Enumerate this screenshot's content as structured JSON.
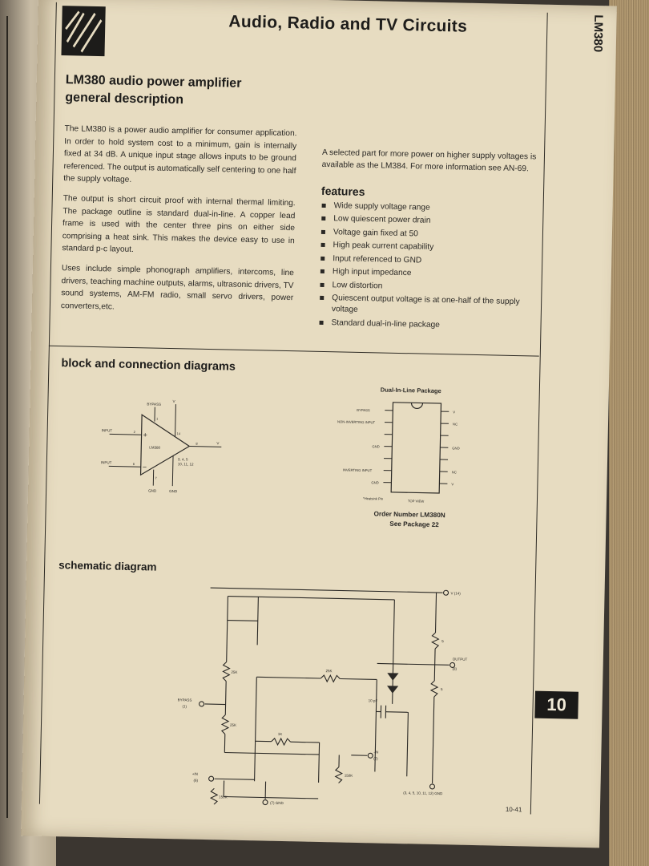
{
  "header": {
    "section_title": "Audio, Radio and TV Circuits",
    "side_label": "LM380",
    "chapter_tab": "10"
  },
  "product": {
    "title_line1": "LM380 audio power amplifier",
    "title_line2": "general description"
  },
  "description": {
    "paragraphs": [
      "The LM380 is a power audio amplifier for consumer application. In order to hold system cost to a minimum, gain is internally fixed at 34 dB. A unique input stage allows inputs to be ground referenced. The output is automatically self centering to one half the supply voltage.",
      "The output is short circuit proof with internal thermal limiting. The package outline is standard dual-in-line. A copper lead frame is used with the center three pins on either side comprising a heat sink. This makes the device easy to use in standard p-c layout.",
      "Uses include simple phonograph amplifiers, intercoms, line drivers, teaching machine outputs, alarms, ultrasonic drivers, TV sound systems, AM-FM radio, small servo drivers, power converters,etc."
    ],
    "selected_part": "A selected part for more power on higher supply voltages is available as the LM384. For more information see AN-69."
  },
  "features": {
    "title": "features",
    "items": [
      "Wide supply voltage range",
      "Low quiescent power drain",
      "Voltage gain fixed at 50",
      "High peak current capability",
      "Input referenced to GND",
      "High input impedance",
      "Low distortion",
      "Quiescent output voltage is at one-half of the supply voltage",
      "Standard dual-in-line package"
    ]
  },
  "block_section": {
    "title": "block and connection diagrams",
    "block": {
      "bypass": "BYPASS",
      "vs": "V",
      "input_plus": "INPUT",
      "input_minus": "INPUT",
      "chip": "LM380",
      "vout": "V",
      "pin_groups": "3, 4, 5",
      "pin_groups2": "10, 11, 12",
      "gnd1": "GND",
      "gnd2": "GND",
      "pin1": "1",
      "pin14": "14",
      "pin8": "8",
      "pin2": "2",
      "pin6": "6",
      "pin7": "7"
    },
    "dil": {
      "title": "Dual-In-Line Package",
      "left_pins": [
        "BYPASS",
        "NON-INVERTING INPUT",
        "",
        "GND",
        "",
        "INVERTING INPUT",
        "GND"
      ],
      "right_pins": [
        "V",
        "NC",
        "",
        "GND",
        "",
        "NC",
        "V"
      ],
      "heatsink_note": "*Heatsink Pin",
      "top_view": "TOP VIEW",
      "order_number": "Order Number LM380N",
      "package": "See Package 22"
    }
  },
  "schematic_section": {
    "title": "schematic diagram",
    "labels": {
      "vs": "V  (14)",
      "output": "OUTPUT",
      "output_pin": "(8)",
      "bypass": "BYPASS",
      "bypass_pin": "(1)",
      "r25k_a": "25K",
      "r25k_b": "25K",
      "r25k_c": "25K",
      "r1k": "1K",
      "r150k_a": "150K",
      "r150k_b": "150K",
      "cap": "10 pF",
      "in_minus": "-IN",
      "in_minus_pin": "(2)",
      "in_plus": "+IN",
      "in_plus_pin": "(6)",
      "gnd": "(7) GND",
      "gnd_pins": "(3, 4, 5, 10, 11, 12) GND",
      "r5a": "5",
      "r5b": "5"
    }
  },
  "footer": {
    "page_number": "10-41"
  }
}
